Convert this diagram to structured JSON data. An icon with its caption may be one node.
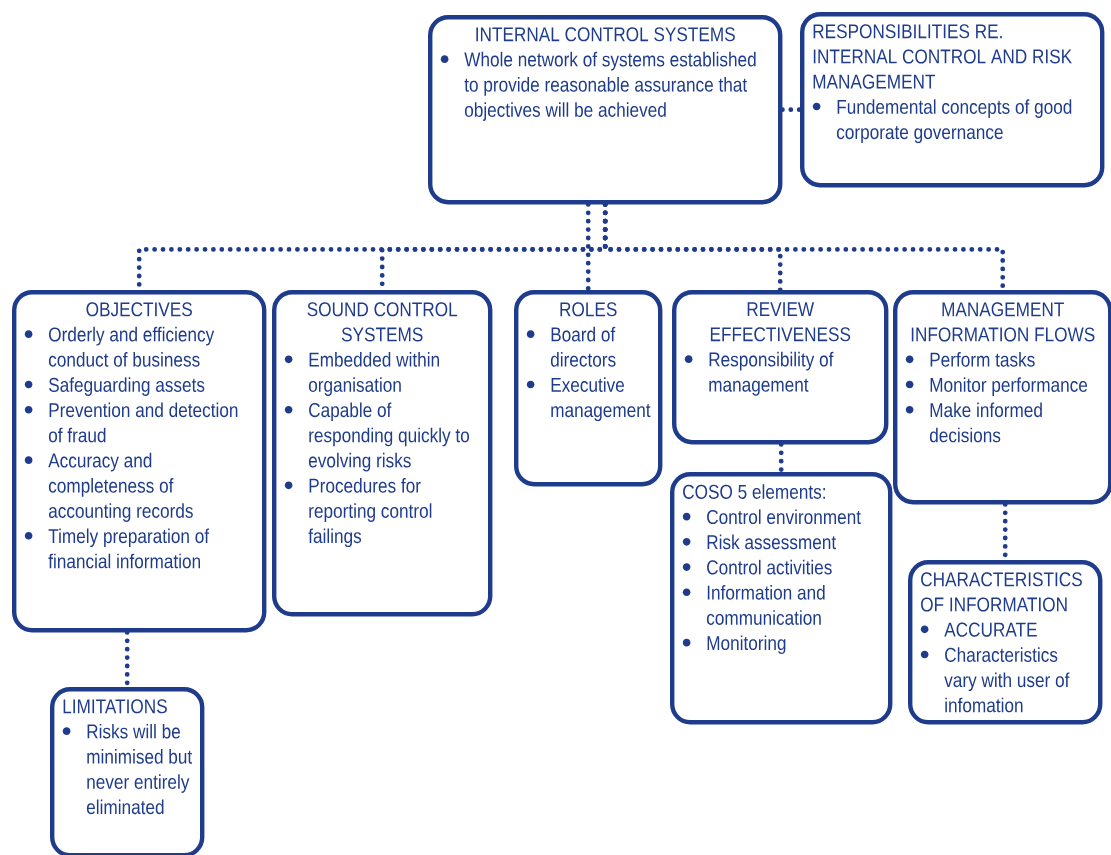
{
  "diagram": {
    "nodes": [
      {
        "text": [
          "INTERNAL CONTROL SYSTEMS",
          "Whole network of systems established to provide reasonable assurance that objectives will be achieved"
        ]
      },
      {
        "text": [
          "RESPONSIBILITIES RE. INTERNAL CONTROL AND RISK MANAGEMENT",
          "Fundemental concepts of good corporate governance"
        ]
      },
      {
        "text": [
          "OBJECTIVES",
          "Orderly and efficiency conduct of business",
          "Safeguarding assets",
          "Prevention and detection of fraud",
          "Accuracy and completeness of accounting records",
          "Timely preparation of financial information"
        ]
      },
      {
        "text": [
          "SOUND CONTROL SYSTEMS",
          "Embedded within organisation",
          "Capable of responding quickly to evolving risks",
          "Procedures for reporting control failings"
        ]
      },
      {
        "text": [
          "ROLES",
          "Board of directors",
          "Executive management"
        ]
      },
      {
        "text": [
          "REVIEW EFFECTIVENESS",
          "Responsibility of management"
        ]
      },
      {
        "text": [
          "MANAGEMENT INFORMATION FLOWS",
          "Perform tasks",
          "Monitor performance",
          "Make informed decisions"
        ]
      },
      {
        "text": [
          "LIMITATIONS",
          "Risks will be minimised but never entirely eliminated"
        ]
      },
      {
        "text": [
          "COSO 5 elements:",
          "Control environment",
          "Risk assessment",
          "Control activities",
          "Information and communication",
          "Monitoring"
        ]
      },
      {
        "text": [
          "CHARACTERISTICS OF INFORMATION",
          "ACCURATE",
          "Characteristics vary with user of infomation"
        ]
      }
    ],
    "edges": [
      {
        "from": 0,
        "to": 1,
        "arrow": "none"
      },
      {
        "from": 0,
        "to": 2,
        "arrow": "none"
      },
      {
        "from": 0,
        "to": 3,
        "arrow": "none"
      },
      {
        "from": 0,
        "to": 4,
        "arrow": "none"
      },
      {
        "from": 0,
        "to": 5,
        "arrow": "none"
      },
      {
        "from": 0,
        "to": 6,
        "arrow": "none"
      },
      {
        "from": 2,
        "to": 7,
        "arrow": "none"
      },
      {
        "from": 5,
        "to": 8,
        "arrow": "none"
      },
      {
        "from": 6,
        "to": 9,
        "arrow": "none"
      }
    ]
  }
}
